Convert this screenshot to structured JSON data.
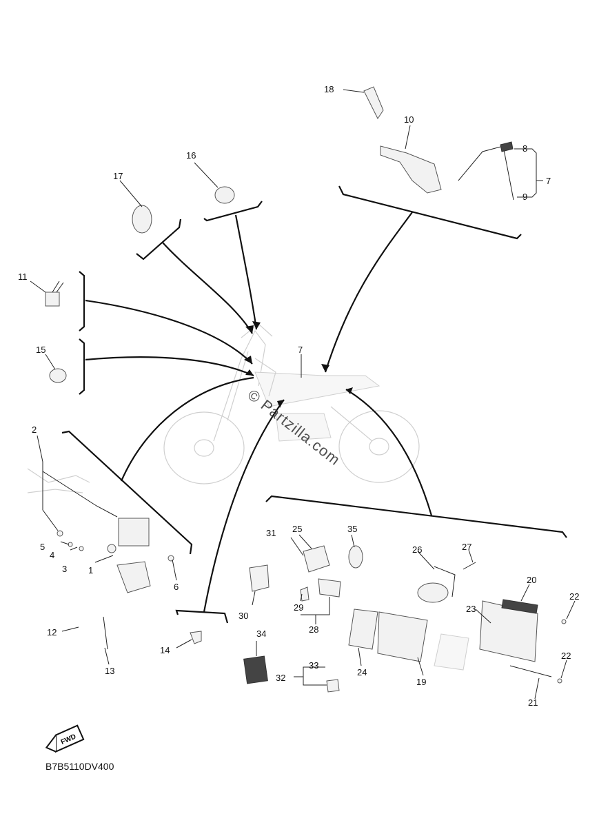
{
  "diagram_code": "B7B5110DV400",
  "watermark_text": "© Partzilla.com",
  "fwd_badge": "FWD",
  "callouts": [
    {
      "id": "c1",
      "label": "1"
    },
    {
      "id": "c2",
      "label": "2"
    },
    {
      "id": "c3",
      "label": "3"
    },
    {
      "id": "c4",
      "label": "4"
    },
    {
      "id": "c5",
      "label": "5"
    },
    {
      "id": "c6",
      "label": "6"
    },
    {
      "id": "c7a",
      "label": "7"
    },
    {
      "id": "c7b",
      "label": "7"
    },
    {
      "id": "c8",
      "label": "8"
    },
    {
      "id": "c9",
      "label": "9"
    },
    {
      "id": "c10",
      "label": "10"
    },
    {
      "id": "c11",
      "label": "11"
    },
    {
      "id": "c12",
      "label": "12"
    },
    {
      "id": "c13",
      "label": "13"
    },
    {
      "id": "c14",
      "label": "14"
    },
    {
      "id": "c15",
      "label": "15"
    },
    {
      "id": "c16",
      "label": "16"
    },
    {
      "id": "c17",
      "label": "17"
    },
    {
      "id": "c18",
      "label": "18"
    },
    {
      "id": "c19",
      "label": "19"
    },
    {
      "id": "c20",
      "label": "20"
    },
    {
      "id": "c21",
      "label": "21"
    },
    {
      "id": "c22a",
      "label": "22"
    },
    {
      "id": "c22b",
      "label": "22"
    },
    {
      "id": "c23",
      "label": "23"
    },
    {
      "id": "c24",
      "label": "24"
    },
    {
      "id": "c25",
      "label": "25"
    },
    {
      "id": "c26",
      "label": "26"
    },
    {
      "id": "c27",
      "label": "27"
    },
    {
      "id": "c28",
      "label": "28"
    },
    {
      "id": "c29",
      "label": "29"
    },
    {
      "id": "c30",
      "label": "30"
    },
    {
      "id": "c31",
      "label": "31"
    },
    {
      "id": "c32",
      "label": "32"
    },
    {
      "id": "c33",
      "label": "33"
    },
    {
      "id": "c34",
      "label": "34"
    },
    {
      "id": "c35",
      "label": "35"
    }
  ]
}
